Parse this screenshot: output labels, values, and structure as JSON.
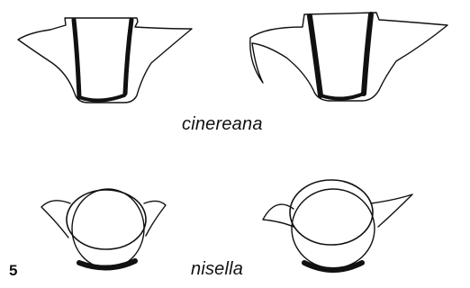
{
  "figure": {
    "number": "5",
    "species": [
      {
        "name": "cinereana"
      },
      {
        "name": "nisella"
      }
    ]
  },
  "colors": {
    "ink": "#111111",
    "background": "#ffffff"
  }
}
